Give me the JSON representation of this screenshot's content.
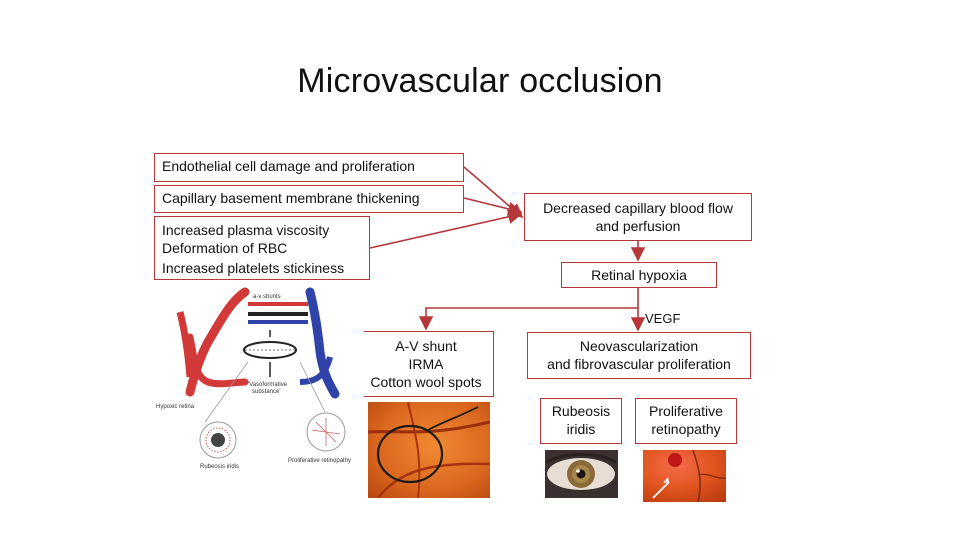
{
  "title": "Microvascular occlusion",
  "causes": {
    "endothelial": "Endothelial cell damage and proliferation",
    "basement": "Capillary basement membrane thickening",
    "blood": [
      "Increased plasma viscosity",
      "Deformation of RBC",
      "Increased platelets stickiness"
    ]
  },
  "flow": {
    "decreased": [
      "Decreased capillary blood flow",
      "and perfusion"
    ],
    "hypoxia": "Retinal hypoxia",
    "vegf": "VEGF",
    "av": [
      "A-V shunt",
      "IRMA",
      "Cotton wool spots"
    ],
    "neo": [
      "Neovascularization",
      "and fibrovascular proliferation"
    ],
    "rubeosis": [
      "Rubeosis",
      "iridis"
    ],
    "proliferative": [
      "Proliferative",
      "retinopathy"
    ]
  },
  "schematic": {
    "shunts_label": "a-v shunts",
    "hypoxic_label": "Hypoxic retina",
    "vaso_label": [
      "'Vasoformative",
      "substance'"
    ],
    "rubeosis_label": "Rubeosis iridis",
    "prolif_label": "Proliferative retinopathy"
  },
  "colors": {
    "border": "#b5373a",
    "artery": "#d23a3a",
    "vein": "#2f43a8",
    "fundus": "#d9661e"
  }
}
